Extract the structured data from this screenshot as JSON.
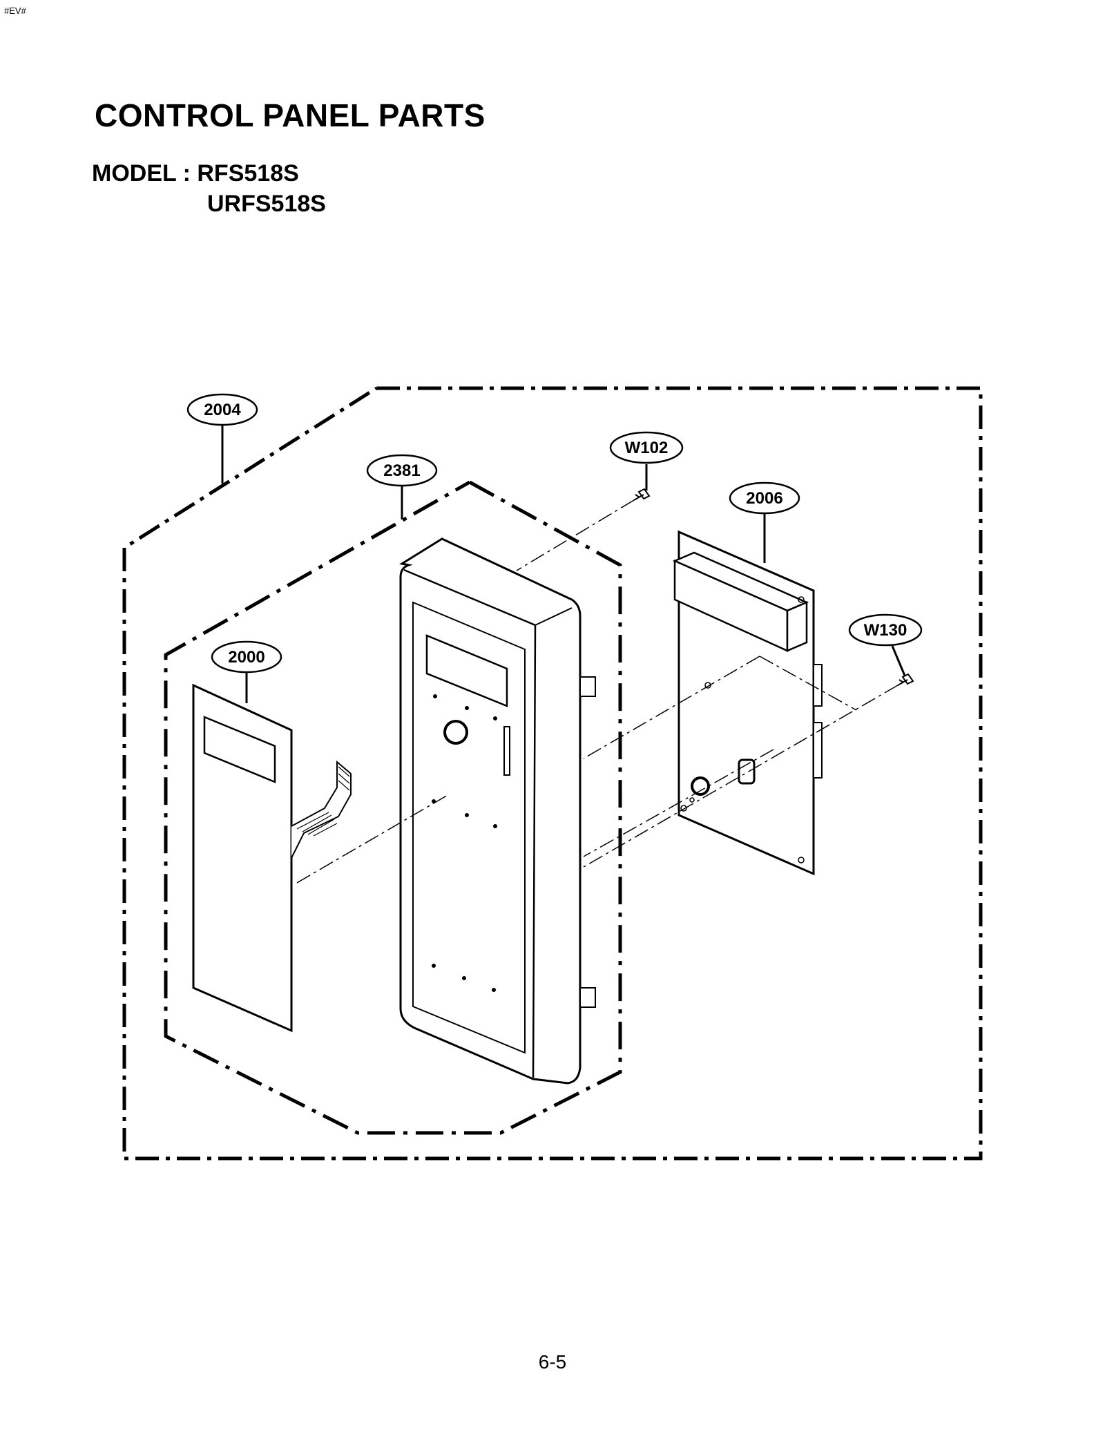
{
  "header": {
    "code": "#EV#"
  },
  "title": "CONTROL PANEL PARTS",
  "model": {
    "label": "MODEL : RFS518S",
    "second": "URFS518S"
  },
  "callouts": {
    "c2004": "2004",
    "c2381": "2381",
    "cW102": "W102",
    "c2006": "2006",
    "cW130": "W130",
    "c2000": "2000"
  },
  "page_number": "6-5"
}
